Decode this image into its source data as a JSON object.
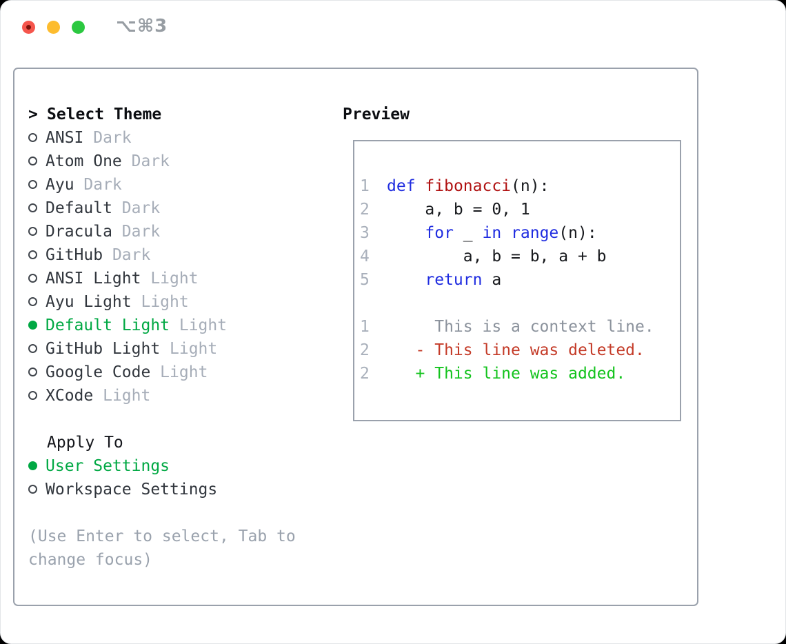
{
  "window": {
    "title": "⌥⌘3",
    "traffic_lights": [
      "close",
      "minimize",
      "zoom"
    ]
  },
  "colors": {
    "selection_green": "#00a843",
    "keyword_blue": "#1f2ce0",
    "function_red": "#b01111",
    "plain_code": "#17191d",
    "line_number_gray": "#a9b0bb",
    "context_gray": "#8b929c",
    "deleted_red": "#c43b28",
    "added_green": "#13c31d",
    "muted_gray": "#a6adb8",
    "traffic_red": "#f5554c",
    "traffic_yellow": "#fdbc2e",
    "traffic_green": "#2bc840"
  },
  "theme_menu": {
    "prompt": ">",
    "heading": "Select Theme",
    "items": [
      {
        "name": "ANSI",
        "variant": "Dark",
        "selected": false
      },
      {
        "name": "Atom One",
        "variant": "Dark",
        "selected": false
      },
      {
        "name": "Ayu",
        "variant": "Dark",
        "selected": false
      },
      {
        "name": "Default",
        "variant": "Dark",
        "selected": false
      },
      {
        "name": "Dracula",
        "variant": "Dark",
        "selected": false
      },
      {
        "name": "GitHub",
        "variant": "Dark",
        "selected": false
      },
      {
        "name": "ANSI Light",
        "variant": "Light",
        "selected": false
      },
      {
        "name": "Ayu Light",
        "variant": "Light",
        "selected": false
      },
      {
        "name": "Default Light",
        "variant": "Light",
        "selected": true
      },
      {
        "name": "GitHub Light",
        "variant": "Light",
        "selected": false
      },
      {
        "name": "Google Code",
        "variant": "Light",
        "selected": false
      },
      {
        "name": "XCode",
        "variant": "Light",
        "selected": false
      }
    ]
  },
  "apply_to": {
    "heading": "Apply To",
    "options": [
      {
        "label": "User Settings",
        "selected": true
      },
      {
        "label": "Workspace Settings",
        "selected": false
      }
    ]
  },
  "hint": "(Use Enter to select, Tab to change focus)",
  "preview": {
    "heading": "Preview",
    "code_lines": [
      {
        "number": "1",
        "tokens": [
          {
            "text": "def",
            "type": "kw"
          },
          {
            "text": " ",
            "type": "pl"
          },
          {
            "text": "fibonacci",
            "type": "fn"
          },
          {
            "text": "(n):",
            "type": "pl"
          }
        ]
      },
      {
        "number": "2",
        "tokens": [
          {
            "text": "    a, b = 0, 1",
            "type": "pl"
          }
        ]
      },
      {
        "number": "3",
        "tokens": [
          {
            "text": "    ",
            "type": "pl"
          },
          {
            "text": "for",
            "type": "kw"
          },
          {
            "text": " _ ",
            "type": "pl"
          },
          {
            "text": "in",
            "type": "kw"
          },
          {
            "text": " ",
            "type": "pl"
          },
          {
            "text": "range",
            "type": "kw"
          },
          {
            "text": "(n):",
            "type": "pl"
          }
        ]
      },
      {
        "number": "4",
        "tokens": [
          {
            "text": "        a, b = b, a + b",
            "type": "pl"
          }
        ]
      },
      {
        "number": "5",
        "tokens": [
          {
            "text": "    ",
            "type": "pl"
          },
          {
            "text": "return",
            "type": "kw"
          },
          {
            "text": " a",
            "type": "pl"
          }
        ]
      }
    ],
    "diff_lines": [
      {
        "number": "1",
        "marker": "",
        "text": "This is a context line.",
        "type": "context"
      },
      {
        "number": "2",
        "marker": "-",
        "text": "This line was deleted.",
        "type": "deleted"
      },
      {
        "number": "2",
        "marker": "+",
        "text": "This line was added.",
        "type": "added"
      }
    ]
  }
}
